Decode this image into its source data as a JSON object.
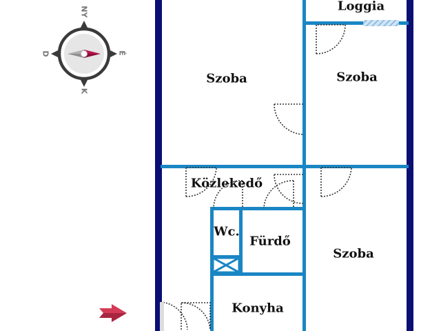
{
  "colors": {
    "outer_wall": "#0b0f73",
    "inner_wall": "#1a86c4",
    "door_arc": "#333333",
    "compass_ring": "#3a3a3a",
    "compass_needle_east": "#b8154a",
    "compass_needle_west": "#9a9a9a",
    "entrance_arrow": "#d43b56",
    "window_hatch": "#7fb2dd"
  },
  "compass": {
    "north": "NY",
    "east": "É",
    "south": "K",
    "west": "D"
  },
  "rooms": {
    "loggia": "Loggia",
    "room_top_left": "Szoba",
    "room_top_right": "Szoba",
    "corridor": "Közlekedő",
    "wc": "Wc.",
    "bathroom": "Fürdő",
    "room_bottom_right": "Szoba",
    "kitchen": "Konyha"
  },
  "icons": {
    "compass": "compass-icon",
    "entrance": "entrance-arrow-icon"
  }
}
